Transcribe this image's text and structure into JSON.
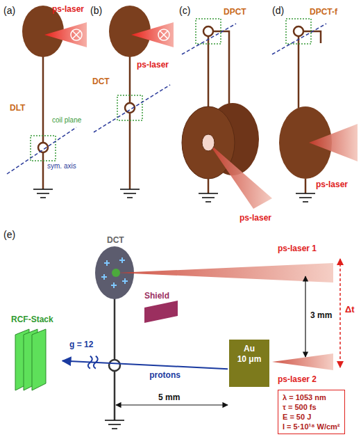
{
  "diagram": {
    "nodes": [
      {
        "text": [
          "Shield"
        ]
      },
      {
        "text": [
          "RCF-Stack"
        ]
      },
      {
        "text": [
          "Au",
          "10 μm"
        ]
      },
      {
        "text": [
          "λ = 1053 nm",
          "τ = 500 fs",
          "E = 50 J",
          "I = 5·10¹⁸ W/cm²"
        ]
      }
    ],
    "edges": [
      {
        "from": 2,
        "to": 1,
        "arrow": "to",
        "label": "protons"
      }
    ],
    "labels": [
      "(a)",
      "ps-laser",
      "DLT",
      "coil plane",
      "sym. axis",
      "(b)",
      "ps-laser",
      "DCT",
      "(c)",
      "DPCT",
      "ps-laser",
      "(d)",
      "DPCT-f",
      "ps-laser",
      "(e)",
      "DCT",
      "ps-laser 1",
      "g = 12",
      "3 mm",
      "Δt",
      "5 mm",
      "ps-laser 2"
    ]
  }
}
